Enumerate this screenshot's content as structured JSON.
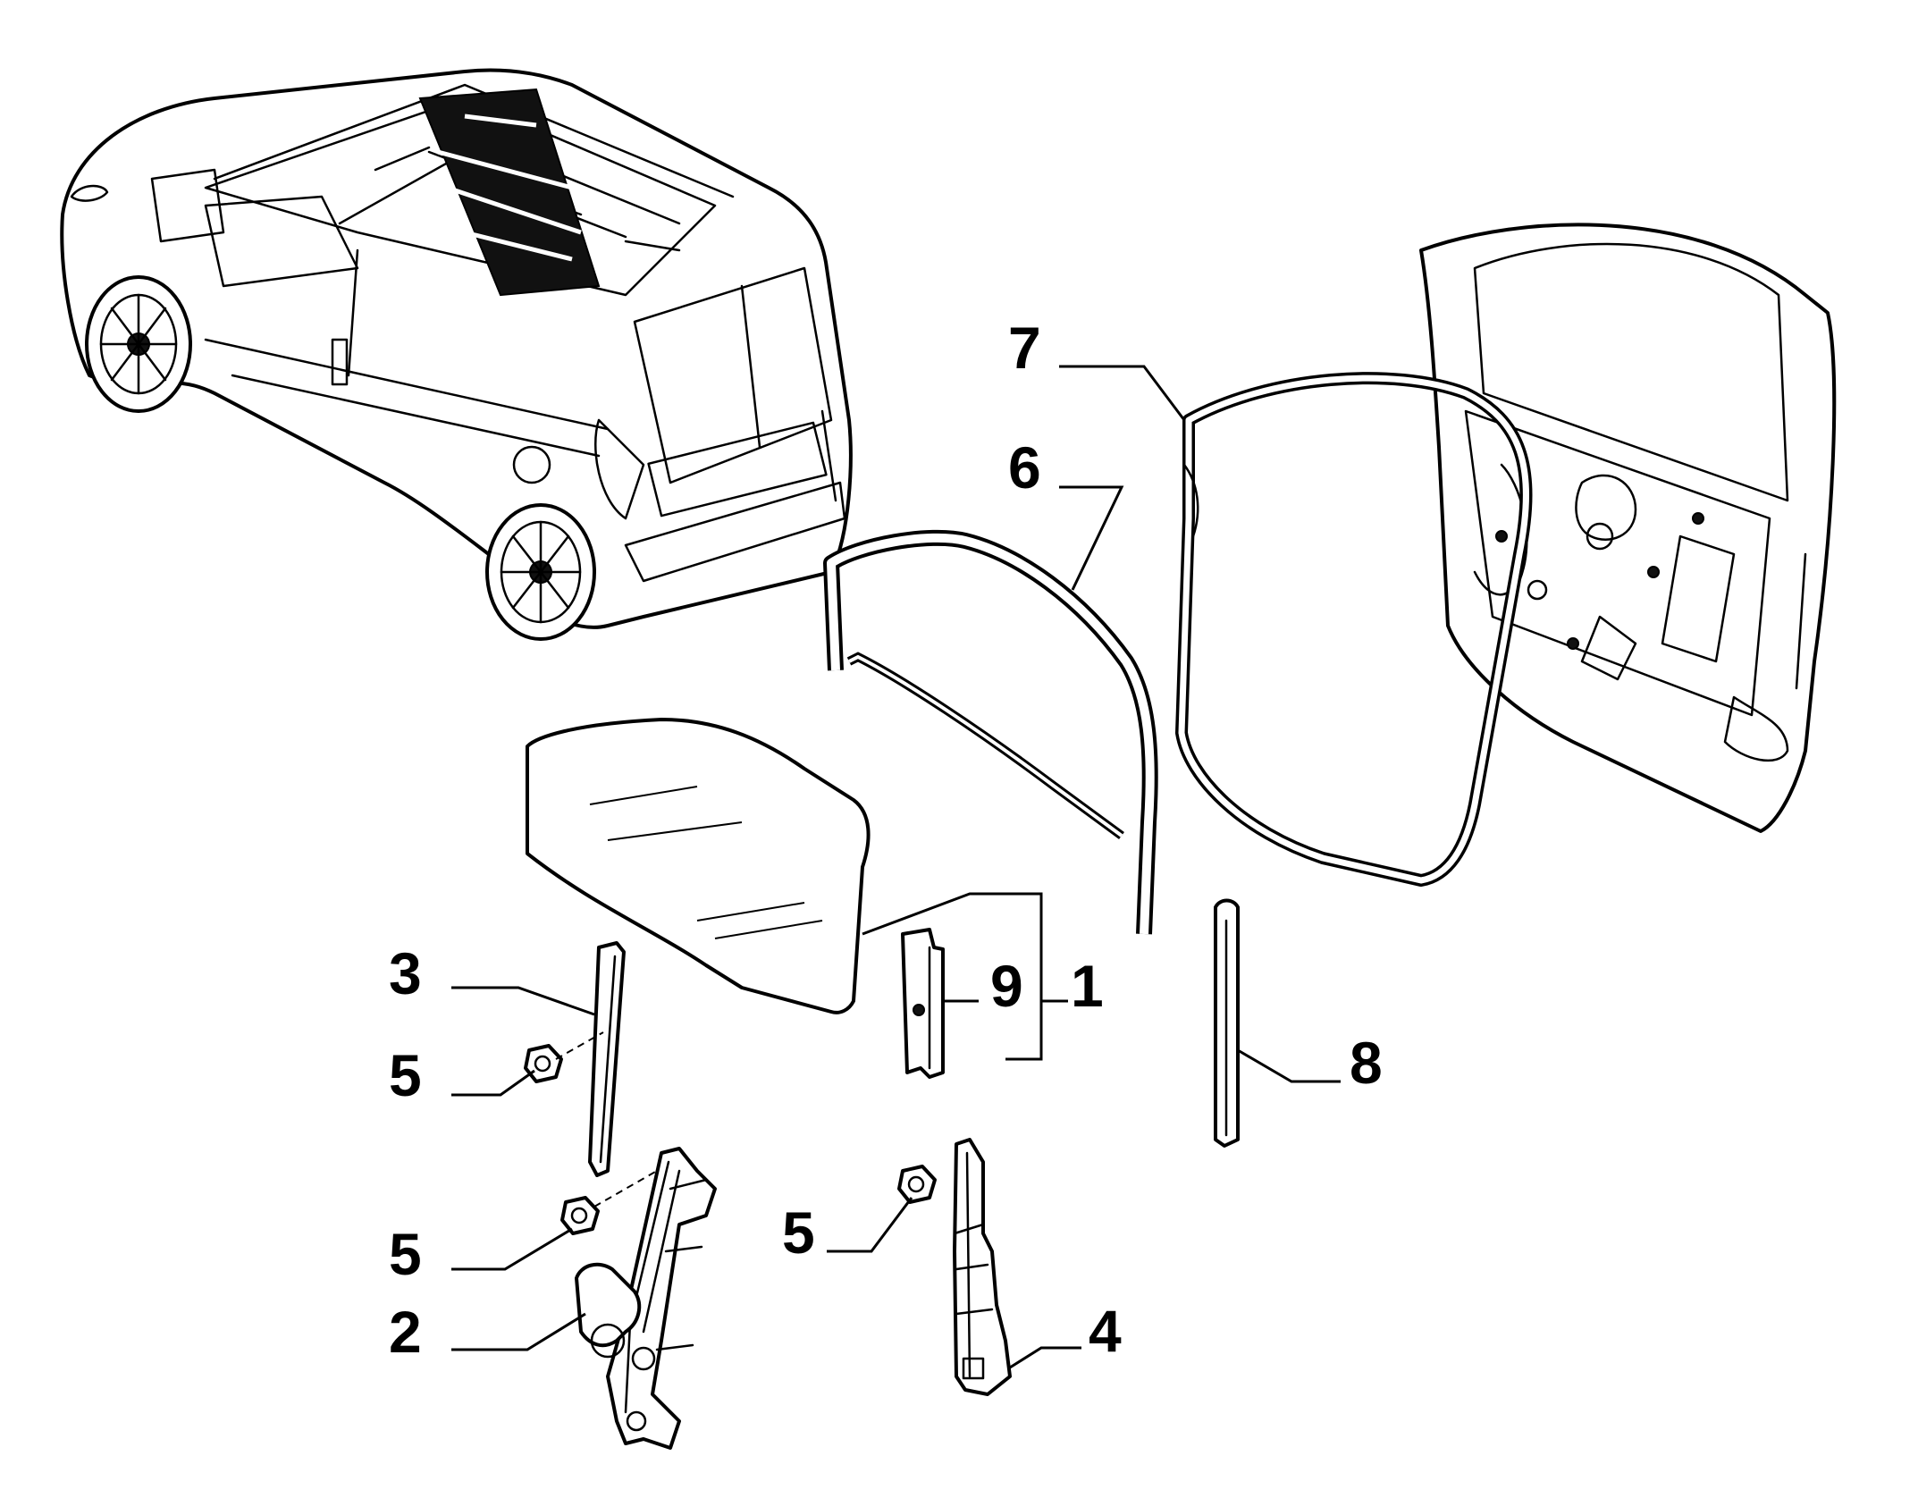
{
  "callouts": [
    {
      "id": "7",
      "label": "7"
    },
    {
      "id": "6",
      "label": "6"
    },
    {
      "id": "3",
      "label": "3"
    },
    {
      "id": "9",
      "label": "9"
    },
    {
      "id": "1",
      "label": "1"
    },
    {
      "id": "5a",
      "label": "5"
    },
    {
      "id": "8",
      "label": "8"
    },
    {
      "id": "5b",
      "label": "5"
    },
    {
      "id": "5c",
      "label": "5"
    },
    {
      "id": "2",
      "label": "2"
    },
    {
      "id": "4",
      "label": "4"
    }
  ],
  "parts": {
    "vehicle": "van-overview",
    "door_shell": "front-door-shell",
    "glass": "door-window-glass",
    "run_channel": "window-run-channel-seal",
    "door_seal": "door-weatherstrip-seal",
    "rear_guide": "rear-window-guide",
    "front_guide": "front-window-guide",
    "channel_bracket": "glass-channel-bracket",
    "regulator": "window-regulator-with-motor",
    "nuts": "hex-nut"
  }
}
